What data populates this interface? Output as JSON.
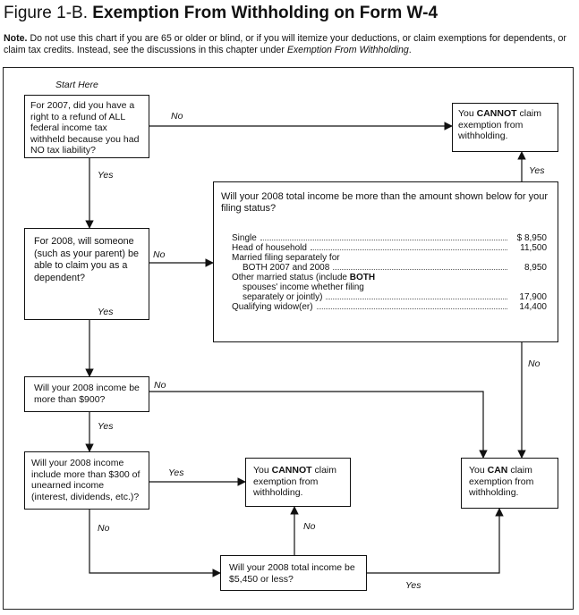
{
  "header": {
    "figure_number": "Figure 1-B.",
    "title": "Exemption From Withholding on Form W-4"
  },
  "note": {
    "label": "Note.",
    "text": "Do not use this chart if you are 65 or older or blind, or if you will itemize your deductions, or claim exemptions for dependents, or claim tax credits. Instead, see the discussions in this chapter under",
    "ref": "Exemption From Withholding",
    "end": "."
  },
  "start_label": "Start Here",
  "q1": "For 2007, did you have a right to a refund of ALL federal income tax withheld because you had NO tax liability?",
  "q2": "For 2008, will someone (such as your parent) be able to claim you as a dependent?",
  "q3": "Will your 2008 income be more than $900?",
  "q4": "Will your 2008 income include more than $300 of unearned income (interest, dividends, etc.)?",
  "q5": "Will your 2008 total income be $5,450 or less?",
  "q_filing": {
    "question": "Will your 2008 total income be more than the amount shown below for your filing status?",
    "rows": [
      {
        "label": "Single",
        "value": "$ 8,950"
      },
      {
        "label": "Head of household",
        "value": "11,500"
      },
      {
        "label": "Married filing separately for",
        "value": ""
      },
      {
        "label": "BOTH 2007 and 2008",
        "value": "8,950"
      },
      {
        "label": "Other married status (include",
        "bold": "BOTH",
        "value": ""
      },
      {
        "label": "spouses' income whether filing",
        "value": ""
      },
      {
        "label": "separately or jointly)",
        "value": "17,900"
      },
      {
        "label": "Qualifying widow(er)",
        "value": "14,400"
      }
    ]
  },
  "results": {
    "cannot_top": {
      "pre": "You",
      "bold": "CANNOT",
      "post": "claim exemption from withholding."
    },
    "cannot_mid": {
      "pre": "You",
      "bold": "CANNOT",
      "post": "claim exemption from withholding."
    },
    "can": {
      "pre": "You",
      "bold": "CAN",
      "post": "claim exemption from withholding."
    }
  },
  "edge_labels": {
    "yes": "Yes",
    "no": "No"
  }
}
